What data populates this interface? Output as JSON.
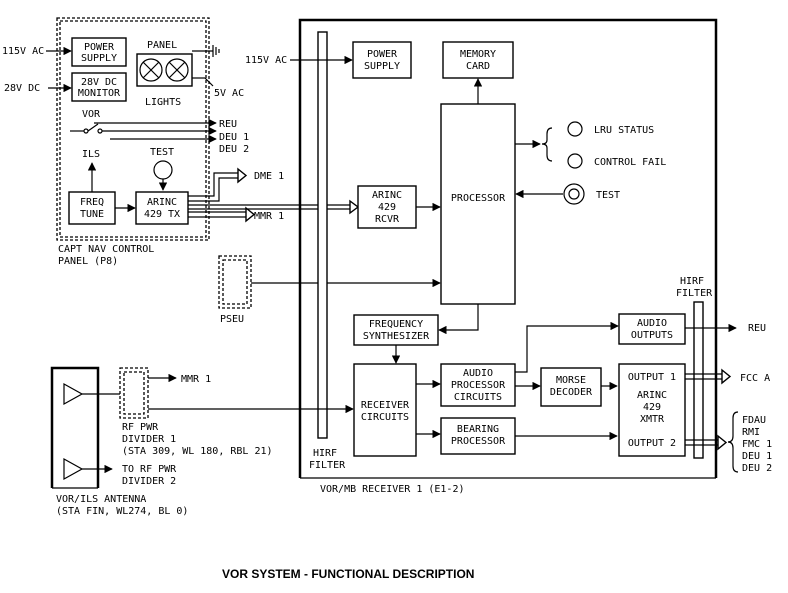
{
  "caption": "VOR SYSTEM - FUNCTIONAL DESCRIPTION",
  "control_panel": {
    "power_in": "115V AC",
    "dc_in": "28V DC",
    "power_supply": [
      "POWER",
      "SUPPLY"
    ],
    "dc_monitor": [
      "28V DC",
      "MONITOR"
    ],
    "panel_label": "PANEL",
    "lights_label": "LIGHTS",
    "five_v": "5V AC",
    "vor": "VOR",
    "ils": "ILS",
    "reu": "REU",
    "deu1": "DEU 1",
    "deu2": "DEU 2",
    "test": "TEST",
    "freq_tune": [
      "FREQ",
      "TUNE"
    ],
    "arinc_tx": [
      "ARINC",
      "429 TX"
    ],
    "dme": "DME 1",
    "mmr": "MMR 1",
    "title": [
      "CAPT NAV CONTROL",
      "PANEL (P8)"
    ]
  },
  "pseu": "PSEU",
  "antenna": {
    "divider": [
      "RF PWR",
      "DIVIDER 1",
      "(STA 309, WL 180, RBL 21)"
    ],
    "mmr": "MMR 1",
    "to_divider": [
      "TO RF PWR",
      "DIVIDER 2"
    ],
    "title": [
      "VOR/ILS ANTENNA",
      "(STA FIN, WL274, BL 0)"
    ]
  },
  "receiver": {
    "power_in": "115V AC",
    "power_supply": [
      "POWER",
      "SUPPLY"
    ],
    "memory_card": [
      "MEMORY",
      "CARD"
    ],
    "lru_status": "LRU STATUS",
    "control_fail": "CONTROL FAIL",
    "test": "TEST",
    "arinc_rcvr": [
      "ARINC",
      "429",
      "RCVR"
    ],
    "processor": "PROCESSOR",
    "freq_synth": [
      "FREQUENCY",
      "SYNTHESIZER"
    ],
    "receiver_circuits": [
      "RECEIVER",
      "CIRCUITS"
    ],
    "audio_proc": [
      "AUDIO",
      "PROCESSOR",
      "CIRCUITS"
    ],
    "morse": [
      "MORSE",
      "DECODER"
    ],
    "bearing": [
      "BEARING",
      "PROCESSOR"
    ],
    "audio_out": [
      "AUDIO",
      "OUTPUTS"
    ],
    "xmtr": [
      "OUTPUT 1",
      "ARINC",
      "429",
      "XMTR",
      "OUTPUT 2"
    ],
    "hirf_left": [
      "HIRF",
      "FILTER"
    ],
    "hirf_right": [
      "HIRF",
      "FILTER"
    ],
    "reu": "REU",
    "fcc": "FCC A",
    "outputs2": [
      "FDAU",
      "RMI",
      "FMC 1",
      "DEU 1",
      "DEU 2"
    ],
    "title": "VOR/MB RECEIVER 1 (E1-2)"
  }
}
